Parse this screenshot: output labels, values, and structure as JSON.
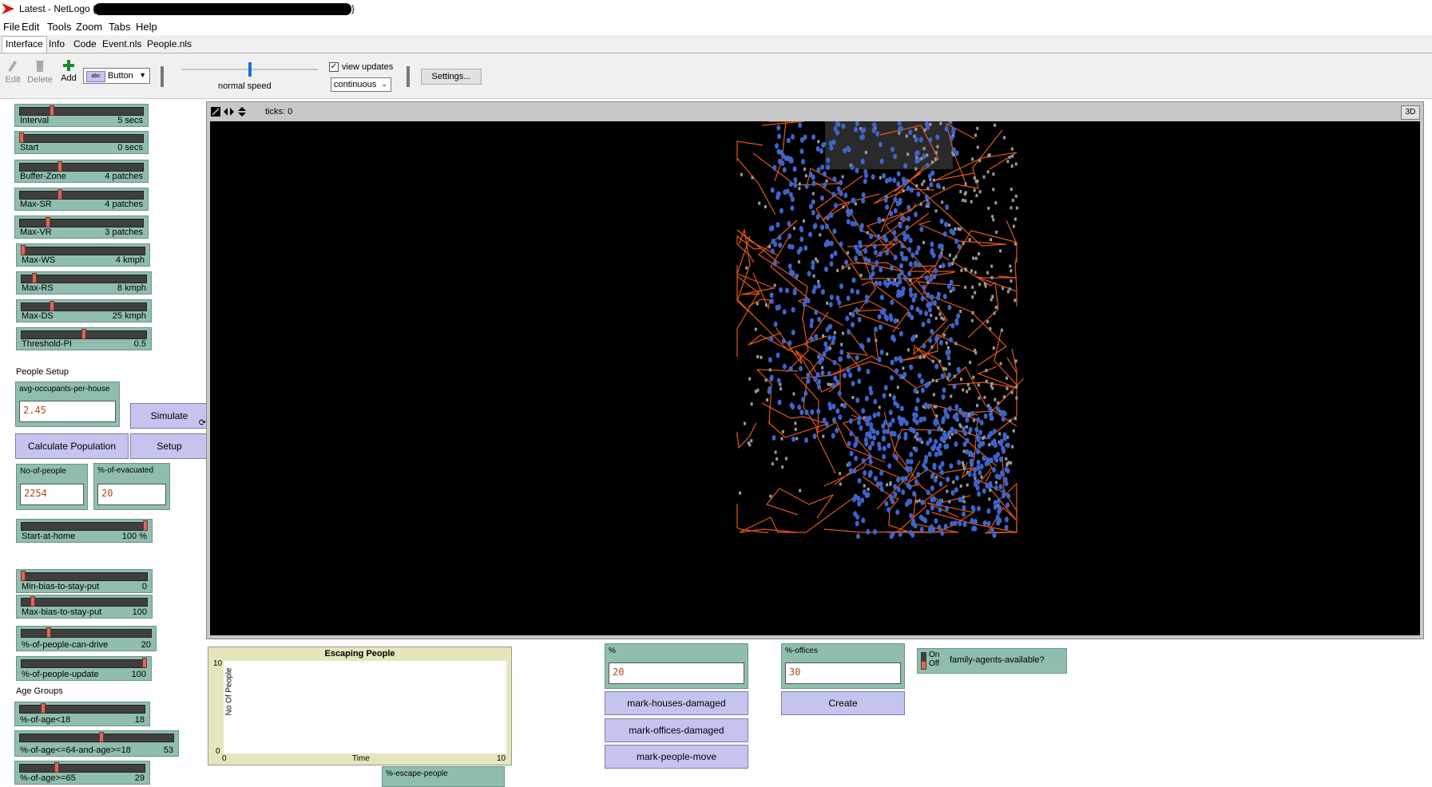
{
  "window": {
    "title": "Latest - NetLogo {",
    "title_suffix": "}"
  },
  "menu": [
    "File",
    "Edit",
    "Tools",
    "Zoom",
    "Tabs",
    "Help"
  ],
  "tabs": [
    "Interface",
    "Info",
    "Code",
    "Event.nls",
    "People.nls"
  ],
  "toolbar": {
    "edit": "Edit",
    "delete": "Delete",
    "add": "Add",
    "widget_type": "Button",
    "speed_label": "normal speed",
    "speed_level": 0.5,
    "view_updates": "view updates",
    "view_updates_checked": true,
    "update_mode": "continuous",
    "settings": "Settings..."
  },
  "sliders": {
    "interval": {
      "label": "Interval",
      "value": "5 secs",
      "level": 0.25
    },
    "start": {
      "label": "Start",
      "value": "0 secs",
      "level": 0.0
    },
    "buffer_zone": {
      "label": "Buffer-Zone",
      "value": "4 patches",
      "level": 0.32
    },
    "max_sr": {
      "label": "Max-SR",
      "value": "4 patches",
      "level": 0.32
    },
    "max_vr": {
      "label": "Max-VR",
      "value": "3 patches",
      "level": 0.22
    },
    "max_ws": {
      "label": "Max-WS",
      "value": "4 kmph",
      "level": 0.0
    },
    "max_rs": {
      "label": "Max-RS",
      "value": "8 kmph",
      "level": 0.09
    },
    "max_ds": {
      "label": "Max-DS",
      "value": "25 kmph",
      "level": 0.24
    },
    "threshold_pi": {
      "label": "Threshold-PI",
      "value": "0.5",
      "level": 0.5
    },
    "start_at_home": {
      "label": "Start-at-home",
      "value": "100 %",
      "level": 1.0
    },
    "min_bias": {
      "label": "Min-bias-to-stay-put",
      "value": "0",
      "level": 0.0
    },
    "max_bias": {
      "label": "Max-bias-to-stay-put",
      "value": "100",
      "level": 0.08
    },
    "can_drive": {
      "label": "%-of-people-can-drive",
      "value": "20",
      "level": 0.2
    },
    "people_update": {
      "label": "%-of-people-update",
      "value": "100",
      "level": 1.0
    },
    "age_lt18": {
      "label": "%-of-age<18",
      "value": "18",
      "level": 0.18
    },
    "age_mid": {
      "label": "%-of-age<=64-and-age>=18",
      "value": "53",
      "level": 0.53
    },
    "age_ge65": {
      "label": "%-of-age>=65",
      "value": "29",
      "level": 0.29
    }
  },
  "labels": {
    "people_setup": "People Setup",
    "age_groups": "Age Groups"
  },
  "inputs": {
    "avg_occupants": {
      "label": "avg-occupants-per-house",
      "value": "2.45"
    },
    "no_of_people": {
      "label": "No-of-people",
      "value": "2254"
    },
    "pct_evacuated": {
      "label": "%-of-evacuated",
      "value": "20"
    },
    "pct": {
      "label": "%",
      "value": "20"
    },
    "pct_offices": {
      "label": "%-offices",
      "value": "30"
    }
  },
  "buttons": {
    "simulate": "Simulate",
    "calc_population": "Calculate Population",
    "setup": "Setup",
    "mark_houses": "mark-houses-damaged",
    "mark_offices": "mark-offices-damaged",
    "mark_people": "mark-people-move",
    "create": "Create"
  },
  "switch": {
    "label": "family-agents-available?",
    "on": "On",
    "off": "Off",
    "state": "off"
  },
  "view": {
    "ticks": "ticks: 0",
    "three_d": "3D"
  },
  "monitor_partial": {
    "label": "%-escape-people"
  },
  "chart_data": {
    "type": "line",
    "title": "Escaping People",
    "xlabel": "Time",
    "ylabel": "No Of People",
    "xlim": [
      0,
      10
    ],
    "ylim": [
      0,
      10
    ],
    "x_ticks": [
      "0",
      "10"
    ],
    "y_ticks": [
      "0",
      "10"
    ],
    "series": []
  },
  "colors": {
    "slider": "#8fbeae",
    "button": "#c4c4ef",
    "road": "#e0581c",
    "agents": "#3f63c8",
    "houses": "#9a9a9a"
  }
}
